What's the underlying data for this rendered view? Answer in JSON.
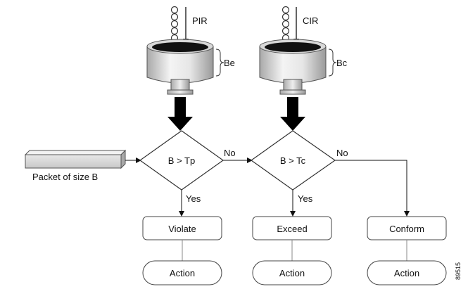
{
  "buckets": [
    {
      "rate_label": "PIR",
      "size_label": "Be"
    },
    {
      "rate_label": "CIR",
      "size_label": "Bc"
    }
  ],
  "packet_label": "Packet of size B",
  "decisions": [
    {
      "condition": "B > Tp",
      "yes_label": "Yes",
      "no_label": "No"
    },
    {
      "condition": "B > Tc",
      "yes_label": "Yes",
      "no_label": "No"
    }
  ],
  "outcomes": [
    "Violate",
    "Exceed",
    "Conform"
  ],
  "action_label": "Action",
  "figure_id": "89515"
}
